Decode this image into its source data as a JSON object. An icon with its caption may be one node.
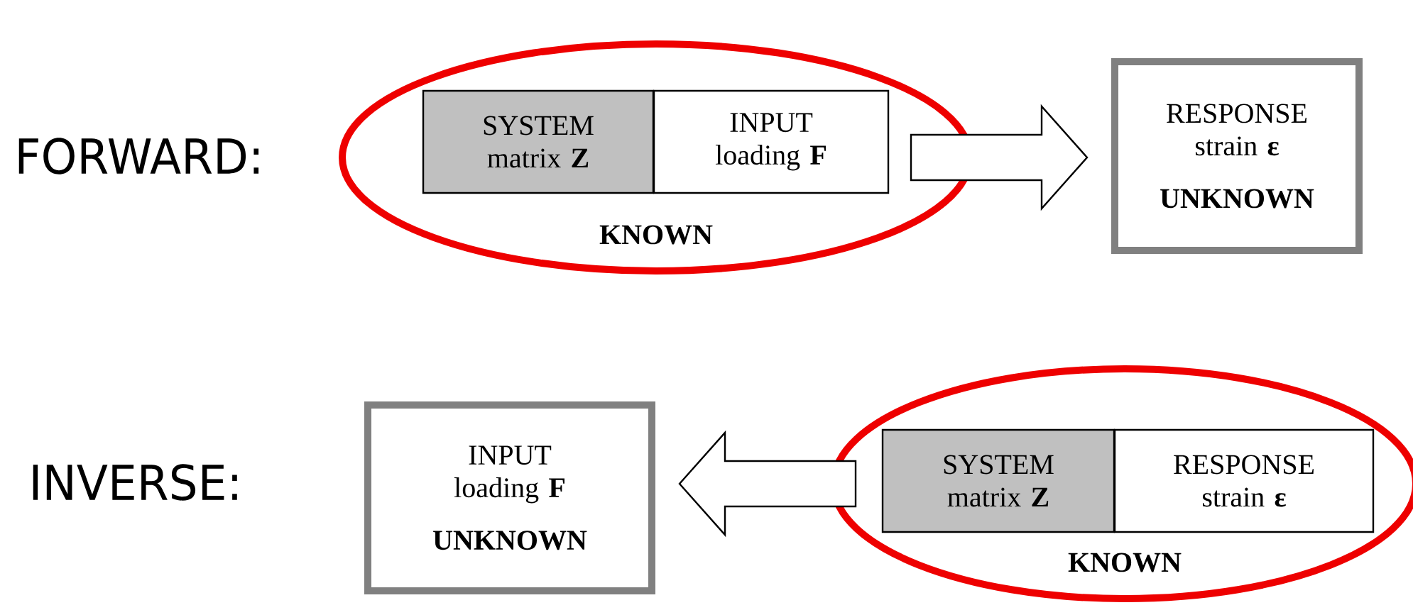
{
  "diagram": {
    "nodes": [
      {
        "text": [
          "KNOWN"
        ]
      },
      {
        "text": [
          "SYSTEM matrix **Z**"
        ],
        "in": 0
      },
      {
        "text": [
          "INPUT loading **F**"
        ],
        "in": 0
      },
      {
        "text": [
          "RESPONSE strain **ε**",
          "UNKNOWN"
        ]
      },
      {
        "text": [
          "KNOWN"
        ]
      },
      {
        "text": [
          "SYSTEM matrix **Z**"
        ],
        "in": 4
      },
      {
        "text": [
          "RESPONSE strain **ε**"
        ],
        "in": 4
      },
      {
        "text": [
          "INPUT loading **F**",
          "UNKNOWN"
        ]
      }
    ],
    "edges": [
      {
        "from": 0,
        "to": 3,
        "arrow": "to"
      },
      {
        "from": 4,
        "to": 7,
        "arrow": "to"
      }
    ],
    "labels": [
      "FORWARD:",
      "INVERSE:"
    ]
  }
}
